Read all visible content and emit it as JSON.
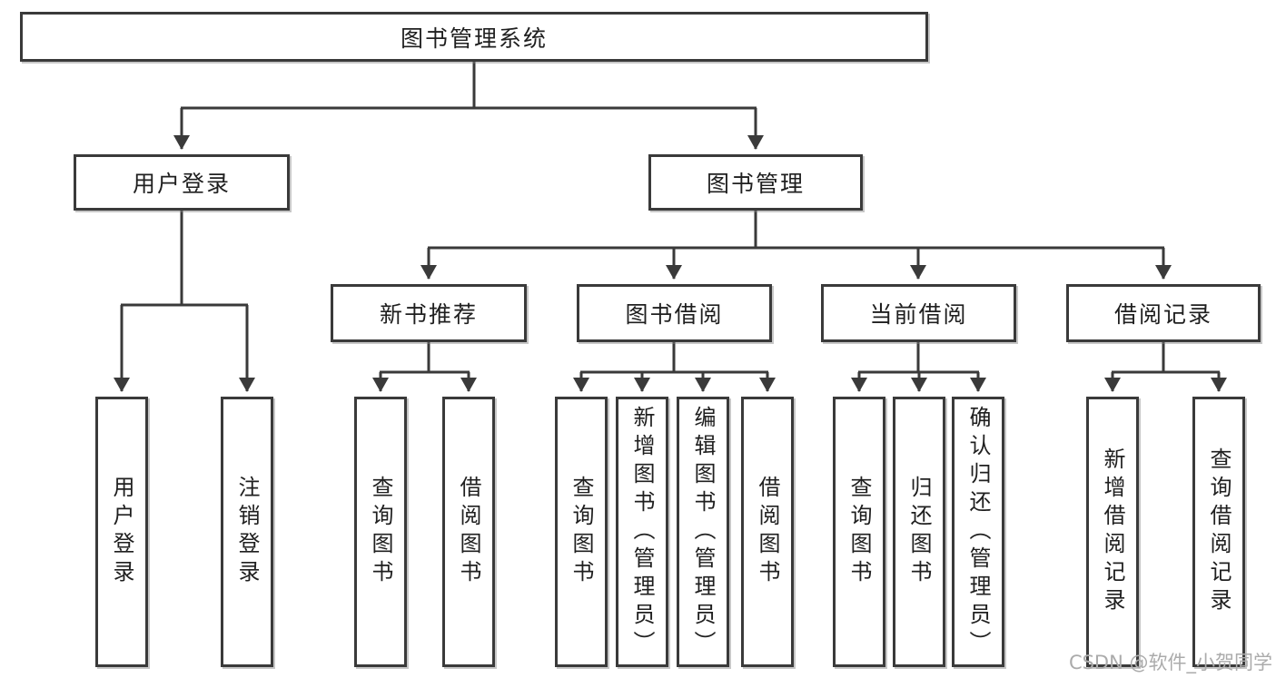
{
  "diagram": {
    "root_label": "图书管理系统",
    "branches": [
      {
        "label": "用户登录",
        "leaves": [
          "用户登录",
          "注销登录"
        ]
      },
      {
        "label": "图书管理",
        "groups": [
          {
            "label": "新书推荐",
            "leaves": [
              "查询图书",
              "借阅图书"
            ]
          },
          {
            "label": "图书借阅",
            "leaves": [
              "查询图书",
              "新增图书（管理员）",
              "编辑图书（管理员）",
              "借阅图书"
            ]
          },
          {
            "label": "当前借阅",
            "leaves": [
              "查询图书",
              "归还图书",
              "确认归还（管理员）"
            ]
          },
          {
            "label": "借阅记录",
            "leaves": [
              "新增借阅记录",
              "查询借阅记录"
            ]
          }
        ]
      }
    ],
    "watermark": "CSDN @软件_小贺同学",
    "colors": {
      "line": "#3a3a3a",
      "text": "#1f1f1f",
      "box_background": "#ffffff",
      "watermark": "#ababab",
      "background": "#ffffff"
    }
  }
}
